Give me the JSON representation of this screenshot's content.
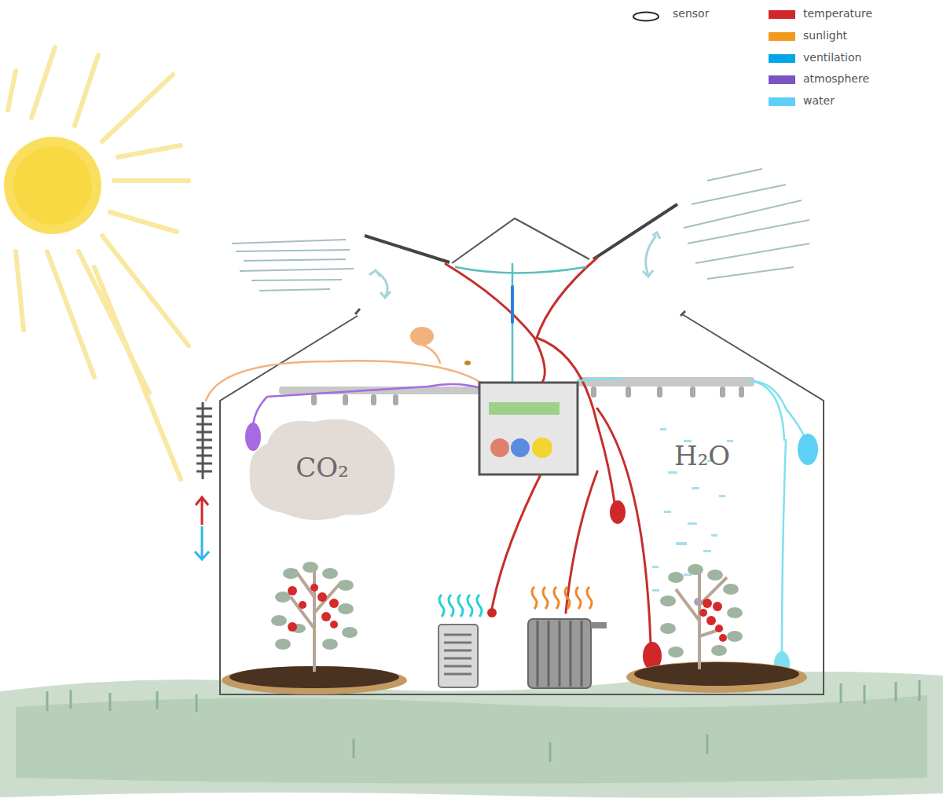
{
  "diagram": {
    "nodes": [
      {
        "text": [
          "CO₂"
        ]
      }
    ],
    "labels": [
      "H₂O"
    ],
    "legend": [
      {
        "text": "sensor"
      },
      {
        "text": "temperature",
        "color": "#d0282a"
      },
      {
        "text": "sunlight",
        "color": "#f39a1e"
      },
      {
        "text": "ventilation",
        "color": "#00a6e6"
      },
      {
        "text": "atmosphere",
        "color": "#7b55c2"
      },
      {
        "text": "water",
        "color": "#5ecff5"
      }
    ]
  }
}
